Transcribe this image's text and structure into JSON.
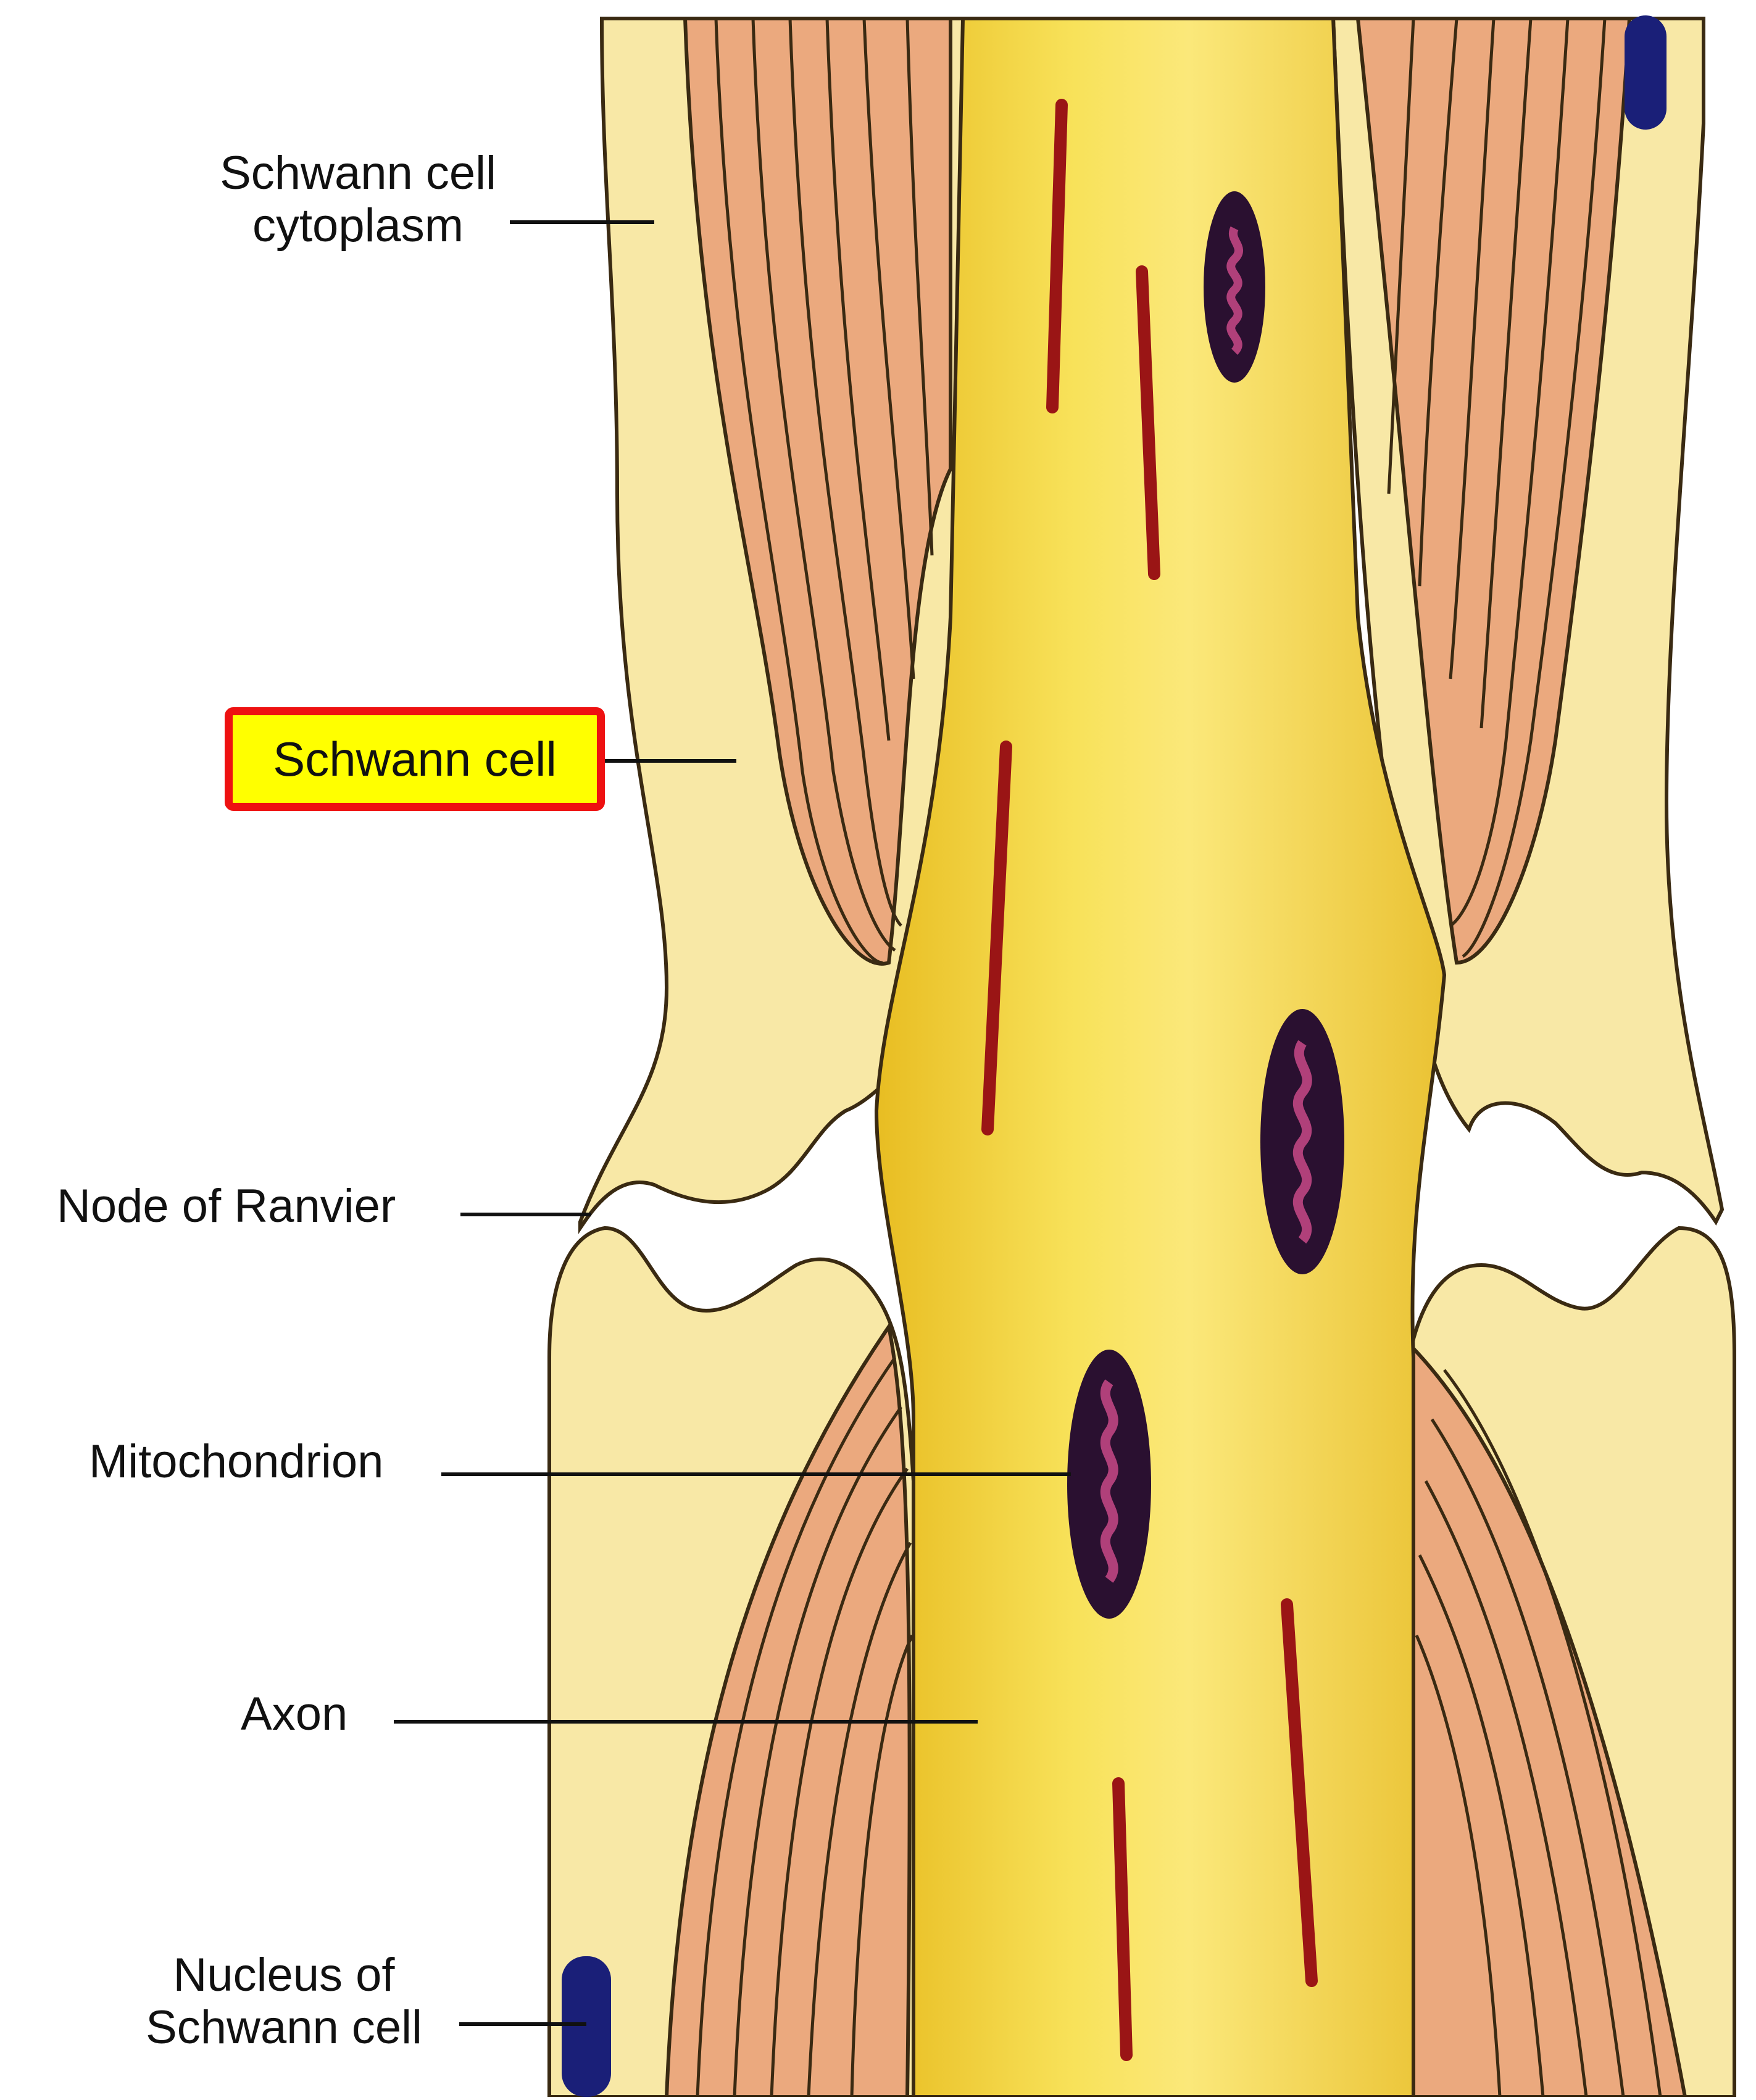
{
  "labels": {
    "cytoplasm": {
      "line1": "Schwann cell",
      "line2": "cytoplasm"
    },
    "schwann_cell": "Schwann cell",
    "node": "Node of Ranvier",
    "mitochondrion": "Mitochondrion",
    "axon": "Axon",
    "nucleus": {
      "line1": "Nucleus of",
      "line2": "Schwann cell"
    }
  },
  "highlight": {
    "fill": "#ffff00",
    "border": "#ee1111"
  },
  "colors": {
    "axon": "#f5d63c",
    "schwann_cytoplasm": "#f8e8a6",
    "myelin": "#eba97e",
    "membrane": "#3a2a12",
    "mitochondrion": "#2a1030",
    "cristae": "#b0407a",
    "nucleus": "#1a1f78",
    "filament": "#9a1515"
  }
}
